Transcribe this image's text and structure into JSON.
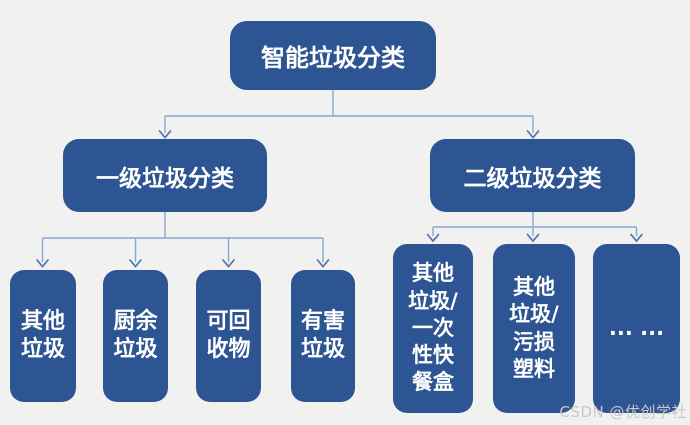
{
  "colors": {
    "background": "#f1f1f0",
    "node_fill": "#2d5493",
    "node_text": "#ffffff",
    "connector_line": "#8aa5d6",
    "connector_arrowhead": "#4f74b5",
    "watermark_text_color": "#c8c8c8"
  },
  "diagram_type": "hierarchy-flowchart",
  "tree": {
    "root": {
      "label": "智能垃圾分类"
    },
    "branches": [
      {
        "label": "一级垃圾分类",
        "children": [
          {
            "label": "其他\n垃圾"
          },
          {
            "label": "厨余\n垃圾"
          },
          {
            "label": "可回\n收物"
          },
          {
            "label": "有害\n垃圾"
          }
        ]
      },
      {
        "label": "二级垃圾分类",
        "children": [
          {
            "label": "其他\n垃圾/\n一次\n性快\n餐盒"
          },
          {
            "label": "其他\n垃圾/\n污损\n塑料"
          },
          {
            "label": "... ..."
          }
        ]
      }
    ]
  },
  "watermark": {
    "text": "CSDN @优创学社"
  }
}
